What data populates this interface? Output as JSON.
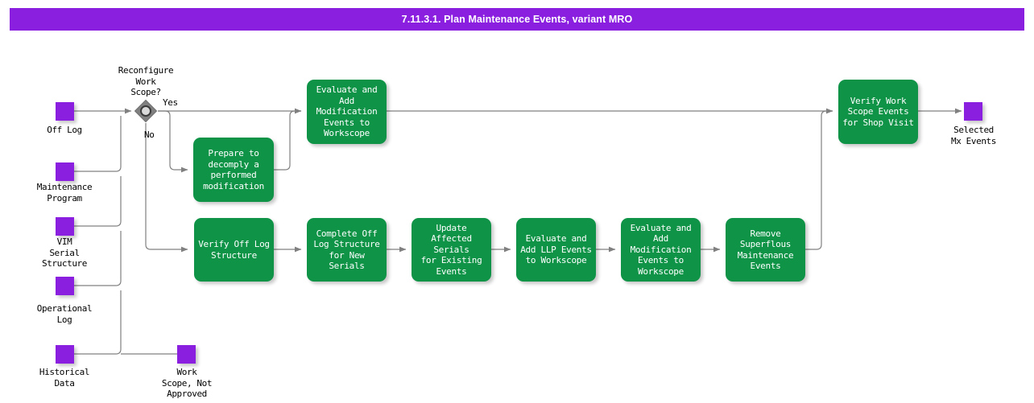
{
  "header": {
    "title": "7.11.3.1. Plan Maintenance Events, variant MRO",
    "bar_color": "#8A1FE0",
    "title_color": "#FFFFFF"
  },
  "theme": {
    "process_fill": "#0E9347",
    "data_object_fill": "#8A1FE0",
    "gateway_fill": "#808080",
    "connector_color": "#808080",
    "canvas_background": "#FFFFFF",
    "text_on_process": "#FFFFFF",
    "text_on_canvas": "#000000"
  },
  "diagram": {
    "type": "flowchart",
    "inputs": [
      {
        "id": "off-log",
        "label": "Off Log"
      },
      {
        "id": "maintenance-program",
        "label": "Maintenance\nProgram"
      },
      {
        "id": "vim-serial-structure",
        "label": "VIM\nSerial\nStructure"
      },
      {
        "id": "operational-log",
        "label": "Operational\nLog"
      },
      {
        "id": "historical-data",
        "label": "Historical\nData"
      },
      {
        "id": "work-scope-not-approved",
        "label": "Work\nScope, Not\nApproved"
      }
    ],
    "outputs": [
      {
        "id": "selected-mx-events",
        "label": "Selected\nMx Events"
      }
    ],
    "gateway": {
      "id": "reconfigure-work-scope",
      "label": "Reconfigure\nWork\nScope?",
      "branches": [
        {
          "id": "yes",
          "label": "Yes"
        },
        {
          "id": "no",
          "label": "No"
        }
      ]
    },
    "processes": [
      {
        "id": "prepare-to-decomply",
        "label": "Prepare to\ndecomply a\nperformed\nmodification"
      },
      {
        "id": "evaluate-add-modification-events-top",
        "label": "Evaluate and\nAdd Modification\nEvents to\nWorkscope"
      },
      {
        "id": "verify-work-scope-events",
        "label": "Verify Work\nScope Events\nfor Shop Visit"
      },
      {
        "id": "verify-off-log-structure",
        "label": "Verify Off Log\nStructure"
      },
      {
        "id": "complete-off-log-structure",
        "label": "Complete Off\nLog Structure\nfor New Serials"
      },
      {
        "id": "update-affected-serials",
        "label": "Update\nAffected Serials\nfor Existing\nEvents"
      },
      {
        "id": "evaluate-add-llp-events",
        "label": "Evaluate and\nAdd LLP Events\nto Workscope"
      },
      {
        "id": "evaluate-add-modification-events-bottom",
        "label": "Evaluate and\nAdd Modification\nEvents to\nWorkscope"
      },
      {
        "id": "remove-superflous-maintenance-events",
        "label": "Remove\nSuperflous\nMaintenance\nEvents"
      }
    ]
  }
}
